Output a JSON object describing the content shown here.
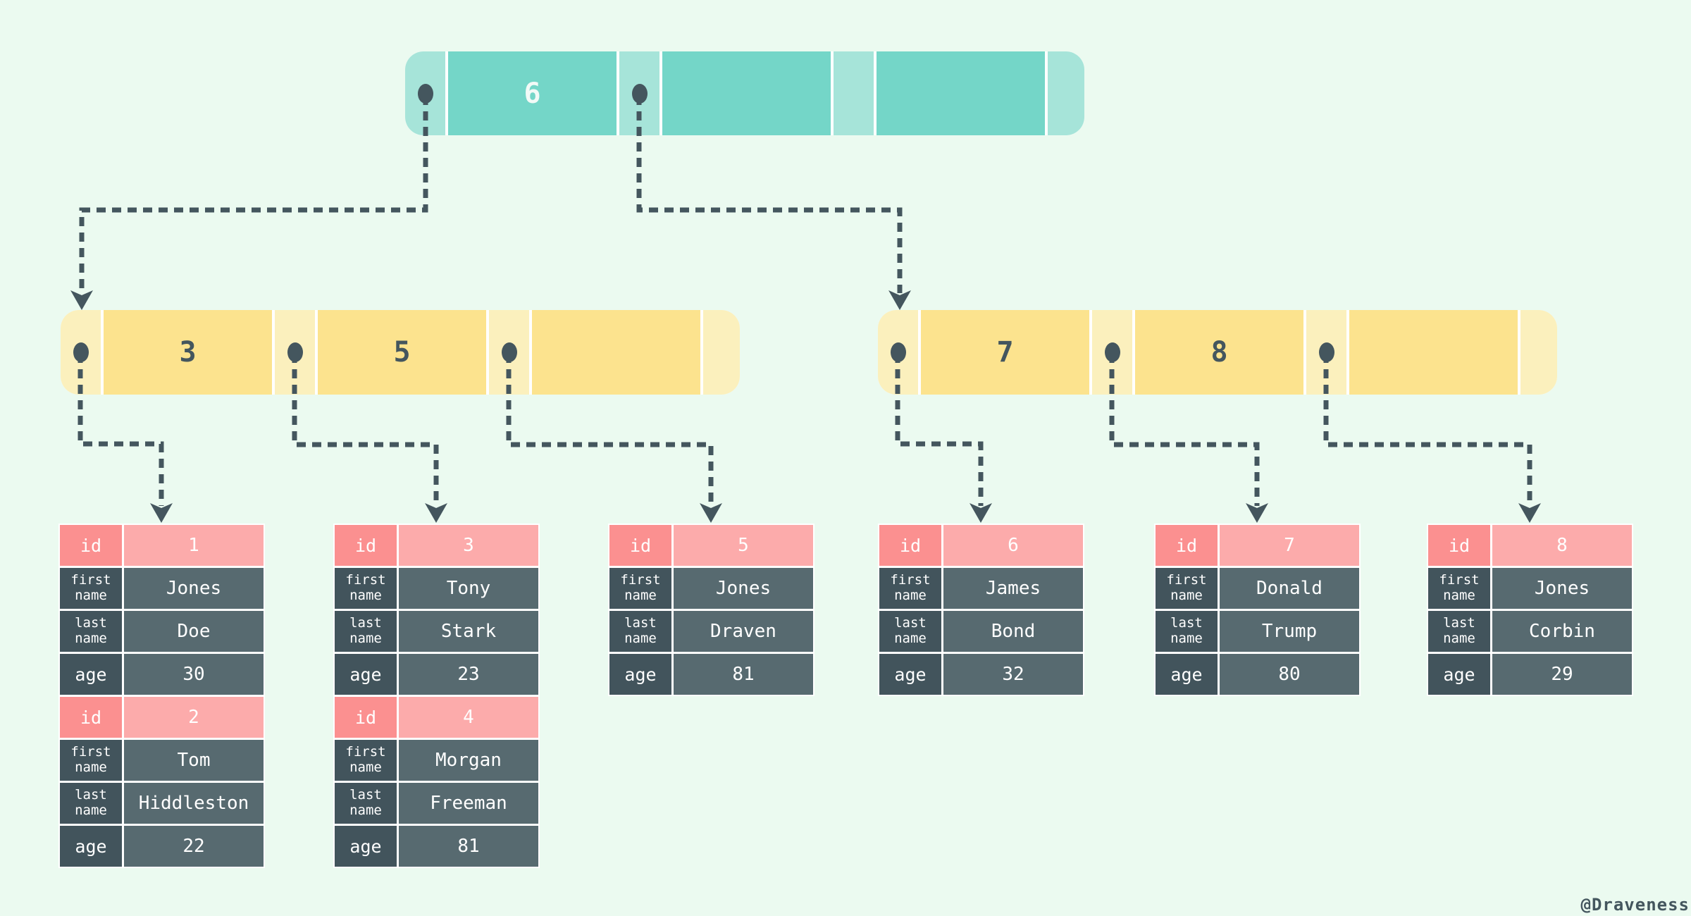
{
  "watermark": "@Draveness",
  "labels": {
    "id": "id",
    "first": "first name",
    "last": "last name",
    "age": "age"
  },
  "tree": {
    "root": {
      "keys": [
        "6",
        "",
        ""
      ]
    },
    "internal_left": {
      "keys": [
        "3",
        "5",
        ""
      ]
    },
    "internal_right": {
      "keys": [
        "7",
        "8",
        ""
      ]
    }
  },
  "tables": [
    {
      "records": [
        {
          "id": "1",
          "first": "Jones",
          "last": "Doe",
          "age": "30"
        },
        {
          "id": "2",
          "first": "Tom",
          "last": "Hiddleston",
          "age": "22"
        }
      ]
    },
    {
      "records": [
        {
          "id": "3",
          "first": "Tony",
          "last": "Stark",
          "age": "23"
        },
        {
          "id": "4",
          "first": "Morgan",
          "last": "Freeman",
          "age": "81"
        }
      ]
    },
    {
      "records": [
        {
          "id": "5",
          "first": "Jones",
          "last": "Draven",
          "age": "81"
        }
      ]
    },
    {
      "records": [
        {
          "id": "6",
          "first": "James",
          "last": "Bond",
          "age": "32"
        }
      ]
    },
    {
      "records": [
        {
          "id": "7",
          "first": "Donald",
          "last": "Trump",
          "age": "80"
        }
      ]
    },
    {
      "records": [
        {
          "id": "8",
          "first": "Jones",
          "last": "Corbin",
          "age": "29"
        }
      ]
    }
  ],
  "colors": {
    "background": "#EBFAF0",
    "ink": "#44565E",
    "teal_key": "#74D6C8",
    "teal_pointer": "#A6E4D9",
    "yellow_key": "#FCE38E",
    "yellow_pointer": "#FBF0BD",
    "id_label_pink": "#FB9090",
    "id_value_pink": "#FCABAB",
    "label_slate": "#42545C",
    "value_slate": "#576A70"
  }
}
